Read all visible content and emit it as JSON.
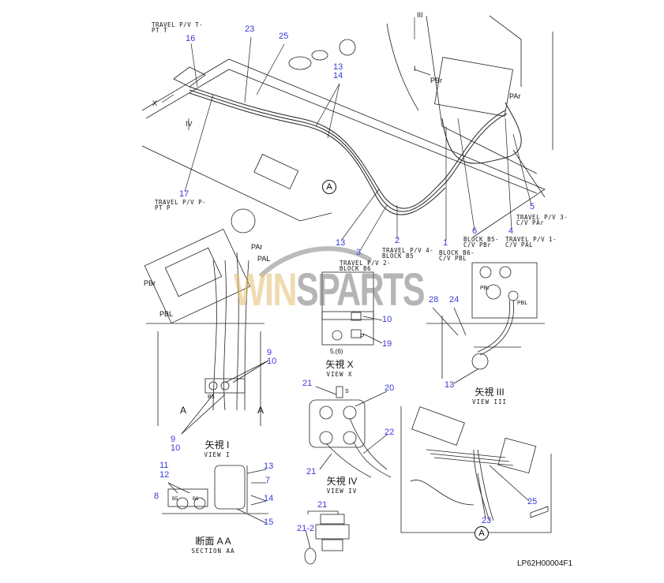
{
  "drawing_code": "LP62H00004F1",
  "watermark": {
    "prefix": "WIN",
    "suffix": "SPARTS"
  },
  "callouts": {
    "top": {
      "n16": "16",
      "n23": "23",
      "n25": "25",
      "n13a": "13",
      "n14a": "14",
      "n17": "17",
      "n13b": "13",
      "n3": "3",
      "n2": "2",
      "n1": "1",
      "n6": "6",
      "n4": "4",
      "n5": "5"
    },
    "view1": {
      "n9a": "9",
      "n10a": "10",
      "n9b": "9",
      "n10b": "10"
    },
    "section": {
      "n11": "11",
      "n12": "12",
      "n8": "8",
      "n13": "13",
      "n7": "7",
      "n14": "14",
      "n15": "15"
    },
    "viewx": {
      "n10": "10",
      "n19": "19"
    },
    "view4": {
      "n21a": "21",
      "n20": "20",
      "n22": "22",
      "n21b": "21"
    },
    "sensor": {
      "n21": "21",
      "n21_2": "21-2"
    },
    "view3": {
      "n28": "28",
      "n24": "24",
      "n13": "13"
    },
    "viewA": {
      "n25": "25",
      "n23": "23"
    }
  },
  "captions": {
    "travel_t": "TRAVEL P/V T-\nPT T",
    "travel_p": "TRAVEL P/V P-\nPT P",
    "travel_2": "TRAVEL P/V 2-\nBLOCK B6",
    "travel_4": "TRAVEL P/V 4-\nBLOCK B5",
    "block_b6": "BLOCK B6-\nC/V PBL",
    "block_b5": "BLOCK B5-\nC/V PBr",
    "travel_1": "TRAVEL P/V 1-\nC/V PAL",
    "travel_3": "TRAVEL P/V 3-\nC/V PAr"
  },
  "port_labels": {
    "par": "PAr",
    "pal": "PAL",
    "pbr": "PBr",
    "pbl": "PBL",
    "par_top": "PAr",
    "pbr_top": "PBr",
    "pbl3": "PBL",
    "pbr3": "PBr",
    "p": "P",
    "s": "S",
    "b5": "B5",
    "b6": "B6",
    "x": "X",
    "iv": "IV",
    "i": "I",
    "iii": "III",
    "a_left": "A",
    "a_right": "A",
    "fiveSix": "5,(6)"
  },
  "views": {
    "view1": {
      "jp": "矢視 I",
      "en": "VIEW I"
    },
    "viewx": {
      "jp": "矢視 X",
      "en": "VIEW X"
    },
    "view4": {
      "jp": "矢視 IV",
      "en": "VIEW IV"
    },
    "view3": {
      "jp": "矢視 III",
      "en": "VIEW III"
    },
    "section": {
      "jp": "断面 A A",
      "en": "SECTION AA"
    }
  },
  "detail_marker": "A"
}
